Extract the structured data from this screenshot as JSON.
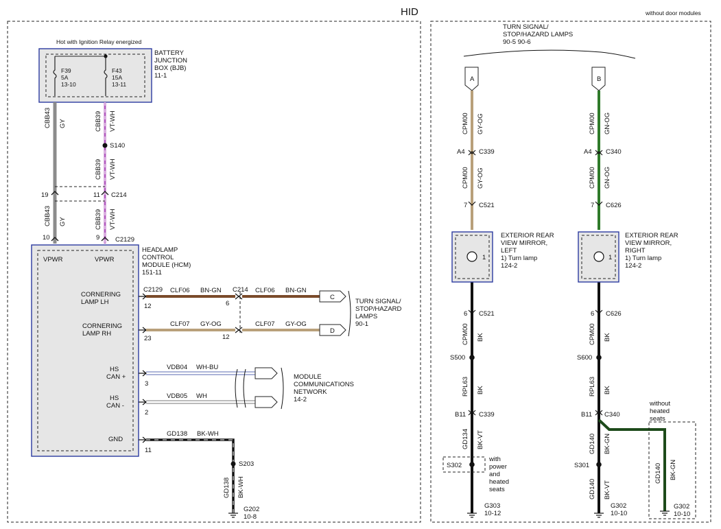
{
  "header": {
    "title": "HID",
    "right_note": "without door modules"
  },
  "left": {
    "hot_note": "Hot with Ignition Relay energized",
    "bjb": {
      "title": [
        "BATTERY",
        "JUNCTION",
        "BOX (BJB)"
      ],
      "ref": "11-1",
      "fuses": [
        {
          "id": "F39",
          "amp": "5A",
          "ref": "13-10"
        },
        {
          "id": "F43",
          "amp": "15A",
          "ref": "13-11"
        }
      ]
    },
    "wire_cbb43": {
      "circuit": "CBB43",
      "color": "GY"
    },
    "wire_cbb39": {
      "circuit": "CBB39",
      "color": "VT-WH"
    },
    "s140": "S140",
    "c214_top": {
      "pin_a": "19",
      "pin_b": "11",
      "name": "C214"
    },
    "c2129_top": {
      "pin_a": "10",
      "pin_b": "9",
      "name": "C2129"
    },
    "hcm": {
      "title": [
        "HEADLAMP",
        "CONTROL",
        "MODULE (HCM)"
      ],
      "ref": "151-11",
      "vpwr1": "VPWR",
      "vpwr2": "VPWR",
      "cornering_lh": [
        "CORNERING",
        "LAMP LH"
      ],
      "cornering_rh": [
        "CORNERING",
        "LAMP RH"
      ],
      "hs_can_plus": [
        "HS",
        "CAN +"
      ],
      "hs_can_minus": [
        "HS",
        "CAN -"
      ],
      "gnd": "GND"
    },
    "clf06": {
      "conn": "C2129",
      "pin": "12",
      "circuit": "CLF06",
      "color": "BN-GN",
      "c214": "C214",
      "pin214": "6",
      "circuit2": "CLF06",
      "color2": "BN-GN",
      "ref_letter": "C"
    },
    "clf07": {
      "pin": "23",
      "circuit": "CLF07",
      "color": "GY-OG",
      "pin214": "12",
      "circuit2": "CLF07",
      "color2": "GY-OG",
      "ref_letter": "D"
    },
    "turn_signal_ref": [
      "TURN SIGNAL/",
      "STOP/HAZARD",
      "LAMPS",
      "90-1"
    ],
    "vdb04": {
      "pin": "3",
      "circuit": "VDB04",
      "color": "WH-BU"
    },
    "vdb05": {
      "pin": "2",
      "circuit": "VDB05",
      "color": "WH"
    },
    "module_comm": [
      "MODULE",
      "COMMUNICATIONS",
      "NETWORK",
      "14-2"
    ],
    "gd138": {
      "pin": "11",
      "circuit": "GD138",
      "color": "BK-WH",
      "splice": "S203",
      "ground": "G202",
      "ground_ref": "10-8"
    }
  },
  "right": {
    "top_ref": [
      "TURN SIGNAL/",
      "STOP/HAZARD LAMPS",
      "90-5  90-6"
    ],
    "left_col": {
      "letter": "A",
      "wire1": {
        "circuit": "CPM00",
        "color": "GY-OG"
      },
      "conn1": {
        "pin": "A4",
        "name": "C339"
      },
      "wire2": {
        "circuit": "CPM00",
        "color": "GY-OG"
      },
      "conn2": {
        "pin": "7",
        "name": "C521"
      },
      "mirror": [
        "EXTERIOR REAR",
        "VIEW MIRROR,",
        "LEFT",
        "1) Turn lamp",
        "124-2"
      ],
      "lamp_pin": "1",
      "conn3": {
        "pin": "6",
        "name": "C521"
      },
      "wire3": {
        "circuit": "CPM00",
        "color": "BK"
      },
      "splice1": "S500",
      "wire4": {
        "circuit": "RPL63",
        "color": "BK"
      },
      "conn4": {
        "pin": "B11",
        "name": "C339"
      },
      "wire5": {
        "circuit": "GD134",
        "color": "BK-VT"
      },
      "splice2": "S302",
      "splice2_note": [
        "with",
        "power",
        "and",
        "heated",
        "seats"
      ],
      "ground": "G303",
      "ground_ref": "10-12"
    },
    "right_col": {
      "letter": "B",
      "wire1": {
        "circuit": "CPM00",
        "color": "GN-OG"
      },
      "conn1": {
        "pin": "A4",
        "name": "C340"
      },
      "wire2": {
        "circuit": "CPM00",
        "color": "GN-OG"
      },
      "conn2": {
        "pin": "7",
        "name": "C626"
      },
      "mirror": [
        "EXTERIOR REAR",
        "VIEW MIRROR,",
        "RIGHT",
        "1) Turn lamp",
        "124-2"
      ],
      "lamp_pin": "1",
      "conn3": {
        "pin": "6",
        "name": "C626"
      },
      "wire3": {
        "circuit": "CPM00",
        "color": "BK"
      },
      "splice1": "S600",
      "wire4": {
        "circuit": "RPL63",
        "color": "BK"
      },
      "conn4": {
        "pin": "B11",
        "name": "C340"
      },
      "wire5": {
        "circuit": "GD140",
        "color": "BK-GN"
      },
      "splice2": "S301",
      "wire6": {
        "circuit": "GD140",
        "color": "BK-VT"
      },
      "ground": "G302",
      "ground_ref": "10-10",
      "alt_note": [
        "without",
        "heated",
        "seats"
      ],
      "alt_wire": {
        "circuit": "GD140",
        "color": "BK-GN"
      },
      "alt_ground": "G302",
      "alt_ground_ref": "10-10"
    }
  },
  "colors": {
    "gray": "#8c8c8c",
    "violet": "#b45fc0",
    "brown": "#7a4a2a",
    "tan": "#b8a07a",
    "green": "#2f7a2a",
    "black": "#111111",
    "blue_box": "#2b3aa0"
  }
}
